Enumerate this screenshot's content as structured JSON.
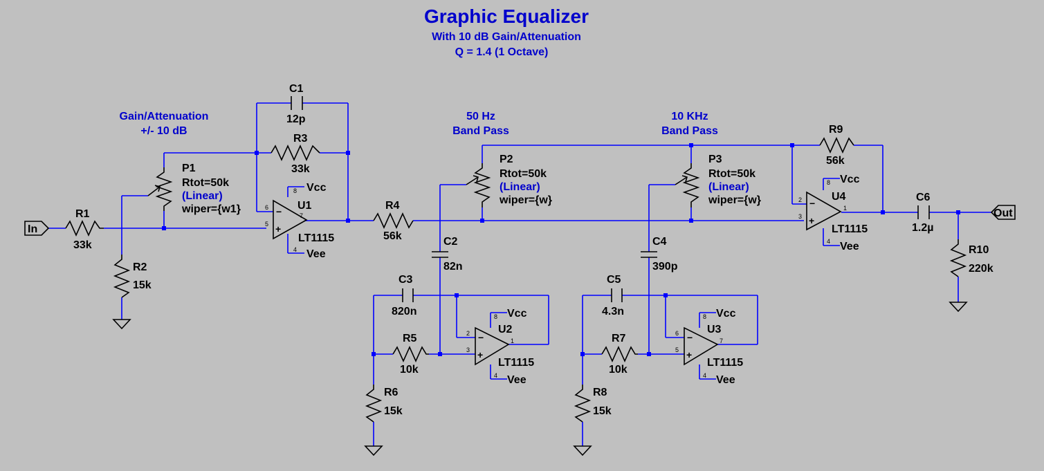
{
  "title": "Graphic Equalizer",
  "subtitle1": "With 10 dB Gain/Attenuation",
  "subtitle2": "Q = 1.4 (1 Octave)",
  "annotations": {
    "gain_line1": "Gain/Attenuation",
    "gain_line2": "+/- 10 dB",
    "bp50_line1": "50 Hz",
    "bp50_line2": "Band Pass",
    "bp10k_line1": "10 KHz",
    "bp10k_line2": "Band Pass"
  },
  "ports": {
    "in": "In",
    "out": "Out"
  },
  "resistors": {
    "R1": {
      "name": "R1",
      "value": "33k"
    },
    "R2": {
      "name": "R2",
      "value": "15k"
    },
    "R3": {
      "name": "R3",
      "value": "33k"
    },
    "R4": {
      "name": "R4",
      "value": "56k"
    },
    "R5": {
      "name": "R5",
      "value": "10k"
    },
    "R6": {
      "name": "R6",
      "value": "15k"
    },
    "R7": {
      "name": "R7",
      "value": "10k"
    },
    "R8": {
      "name": "R8",
      "value": "15k"
    },
    "R9": {
      "name": "R9",
      "value": "56k"
    },
    "R10": {
      "name": "R10",
      "value": "220k"
    }
  },
  "capacitors": {
    "C1": {
      "name": "C1",
      "value": "12p"
    },
    "C2": {
      "name": "C2",
      "value": "82n"
    },
    "C3": {
      "name": "C3",
      "value": "820n"
    },
    "C4": {
      "name": "C4",
      "value": "390p"
    },
    "C5": {
      "name": "C5",
      "value": "4.3n"
    },
    "C6": {
      "name": "C6",
      "value": "1.2µ"
    }
  },
  "pots": {
    "P1": {
      "name": "P1",
      "rtot": "Rtot=50k",
      "mode": "(Linear)",
      "wiper": "wiper={w1}"
    },
    "P2": {
      "name": "P2",
      "rtot": "Rtot=50k",
      "mode": "(Linear)",
      "wiper": "wiper={w}"
    },
    "P3": {
      "name": "P3",
      "rtot": "Rtot=50k",
      "mode": "(Linear)",
      "wiper": "wiper={w}"
    }
  },
  "opamps": {
    "U1": {
      "name": "U1",
      "part": "LT1115",
      "vcc": "Vcc",
      "vee": "Vee",
      "pins": {
        "top": "8",
        "inv": "6",
        "non": "5",
        "out": "7",
        "bot": "4"
      }
    },
    "U2": {
      "name": "U2",
      "part": "LT1115",
      "vcc": "Vcc",
      "vee": "Vee",
      "pins": {
        "top": "8",
        "inv": "2",
        "non": "3",
        "out": "1",
        "bot": "4"
      }
    },
    "U3": {
      "name": "U3",
      "part": "LT1115",
      "vcc": "Vcc",
      "vee": "Vee",
      "pins": {
        "top": "8",
        "inv": "6",
        "non": "5",
        "out": "7",
        "bot": "4"
      }
    },
    "U4": {
      "name": "U4",
      "part": "LT1115",
      "vcc": "Vcc",
      "vee": "Vee",
      "pins": {
        "top": "8",
        "inv": "2",
        "non": "3",
        "out": "1",
        "bot": "4"
      }
    }
  }
}
